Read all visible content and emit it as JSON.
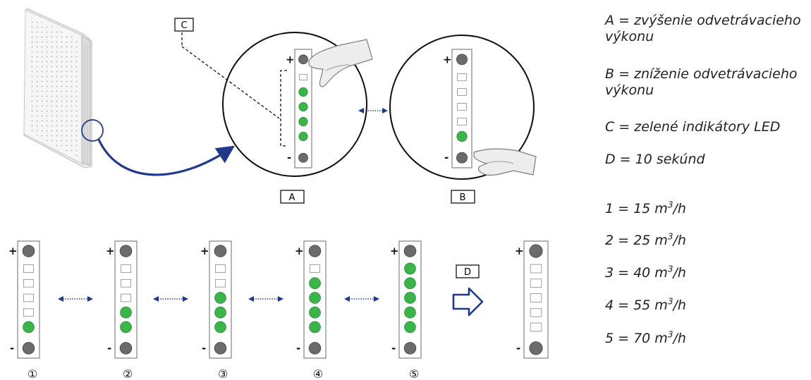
{
  "callouts": {
    "a": "A",
    "b": "B",
    "c": "C",
    "d": "D"
  },
  "panel_signs": {
    "plus": "+",
    "minus": "-"
  },
  "step_labels": [
    "①",
    "②",
    "③",
    "④",
    "⑤"
  ],
  "legend": {
    "a": "A = zvýšenie odvetrávacieho výkonu",
    "b": "B = zníženie odvetrávacieho výkonu",
    "c": "C = zelené indikátory LED",
    "d": "D = 10 sekúnd",
    "levels": [
      {
        "prefix": "1 = 15 m",
        "sup": "3",
        "suffix": "/h"
      },
      {
        "prefix": "2 = 25 m",
        "sup": "3",
        "suffix": "/h"
      },
      {
        "prefix": "3 = 40 m",
        "sup": "3",
        "suffix": "/h"
      },
      {
        "prefix": "4 = 55 m",
        "sup": "3",
        "suffix": "/h"
      },
      {
        "prefix": "5 = 70 m",
        "sup": "3",
        "suffix": "/h"
      }
    ]
  },
  "panels": {
    "zoom_a_lit": 4,
    "zoom_b_lit": 1,
    "steps_lit": [
      1,
      2,
      3,
      4,
      5
    ],
    "after_timeout_lit": 0
  },
  "colors": {
    "led_green": "#3bb54a",
    "button_gray": "#6b6b6b",
    "arrow_blue": "#1f3a8a",
    "outline": "#222222"
  }
}
